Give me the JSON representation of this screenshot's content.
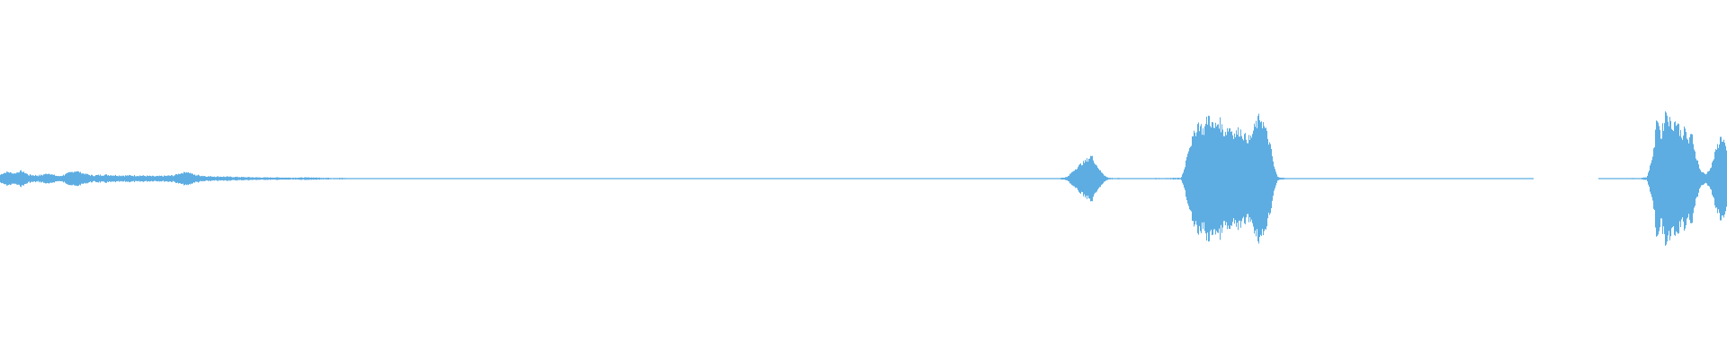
{
  "waveform": {
    "color": "#5dade2",
    "background": "#ffffff",
    "amplitude_scale": 100,
    "envelope": [
      [
        0.0,
        0.05
      ],
      [
        0.004,
        0.08
      ],
      [
        0.008,
        0.06
      ],
      [
        0.012,
        0.09
      ],
      [
        0.016,
        0.05
      ],
      [
        0.022,
        0.04
      ],
      [
        0.028,
        0.06
      ],
      [
        0.034,
        0.03
      ],
      [
        0.04,
        0.07
      ],
      [
        0.044,
        0.09
      ],
      [
        0.048,
        0.06
      ],
      [
        0.054,
        0.04
      ],
      [
        0.06,
        0.05
      ],
      [
        0.07,
        0.04
      ],
      [
        0.08,
        0.04
      ],
      [
        0.09,
        0.03
      ],
      [
        0.1,
        0.04
      ],
      [
        0.104,
        0.06
      ],
      [
        0.108,
        0.08
      ],
      [
        0.112,
        0.05
      ],
      [
        0.12,
        0.03
      ],
      [
        0.13,
        0.025
      ],
      [
        0.14,
        0.02
      ],
      [
        0.15,
        0.015
      ],
      [
        0.16,
        0.015
      ],
      [
        0.17,
        0.012
      ],
      [
        0.18,
        0.015
      ],
      [
        0.19,
        0.01
      ],
      [
        0.2,
        0.008
      ],
      [
        0.205,
        0.004
      ],
      [
        0.225,
        0.004
      ],
      [
        0.232,
        0.006
      ],
      [
        0.238,
        0.003
      ],
      [
        0.258,
        0.005
      ],
      [
        0.262,
        0.002
      ],
      [
        0.28,
        0.004
      ],
      [
        0.286,
        0.002
      ],
      [
        0.292,
        0.004
      ],
      [
        0.3,
        0.002
      ],
      [
        0.338,
        0.002
      ],
      [
        0.345,
        0.006
      ],
      [
        0.36,
        0.006
      ],
      [
        0.38,
        0.005
      ],
      [
        0.4,
        0.006
      ],
      [
        0.41,
        0.004
      ],
      [
        0.613,
        0.005
      ],
      [
        0.618,
        0.02
      ],
      [
        0.622,
        0.1
      ],
      [
        0.626,
        0.17
      ],
      [
        0.629,
        0.21
      ],
      [
        0.632,
        0.27
      ],
      [
        0.635,
        0.16
      ],
      [
        0.638,
        0.07
      ],
      [
        0.642,
        0.01
      ],
      [
        0.655,
        0.004
      ],
      [
        0.684,
        0.01
      ],
      [
        0.686,
        0.12
      ],
      [
        0.688,
        0.34
      ],
      [
        0.691,
        0.48
      ],
      [
        0.694,
        0.66
      ],
      [
        0.697,
        0.56
      ],
      [
        0.7,
        0.74
      ],
      [
        0.703,
        0.59
      ],
      [
        0.706,
        0.68
      ],
      [
        0.709,
        0.54
      ],
      [
        0.712,
        0.61
      ],
      [
        0.715,
        0.52
      ],
      [
        0.718,
        0.57
      ],
      [
        0.721,
        0.49
      ],
      [
        0.724,
        0.46
      ],
      [
        0.727,
        0.62
      ],
      [
        0.73,
        0.73
      ],
      [
        0.733,
        0.57
      ],
      [
        0.736,
        0.36
      ],
      [
        0.738,
        0.13
      ],
      [
        0.74,
        0.02
      ],
      [
        0.745,
        0.006
      ],
      [
        0.77,
        0.005
      ],
      [
        0.8,
        0.005
      ],
      [
        0.84,
        0.005
      ],
      [
        0.887,
        0.005
      ],
      [
        0.888,
        0.0
      ],
      [
        0.926,
        0.0
      ],
      [
        0.927,
        0.006
      ],
      [
        0.95,
        0.007
      ],
      [
        0.954,
        0.02
      ],
      [
        0.956,
        0.17
      ],
      [
        0.958,
        0.34
      ],
      [
        0.96,
        0.78
      ],
      [
        0.962,
        0.48
      ],
      [
        0.965,
        0.81
      ],
      [
        0.968,
        0.62
      ],
      [
        0.971,
        0.68
      ],
      [
        0.974,
        0.51
      ],
      [
        0.976,
        0.57
      ],
      [
        0.978,
        0.43
      ],
      [
        0.98,
        0.52
      ],
      [
        0.982,
        0.29
      ],
      [
        0.985,
        0.09
      ],
      [
        0.988,
        0.05
      ],
      [
        0.991,
        0.13
      ],
      [
        0.994,
        0.34
      ],
      [
        0.997,
        0.5
      ],
      [
        0.999,
        0.42
      ],
      [
        1.0,
        0.3
      ]
    ]
  }
}
